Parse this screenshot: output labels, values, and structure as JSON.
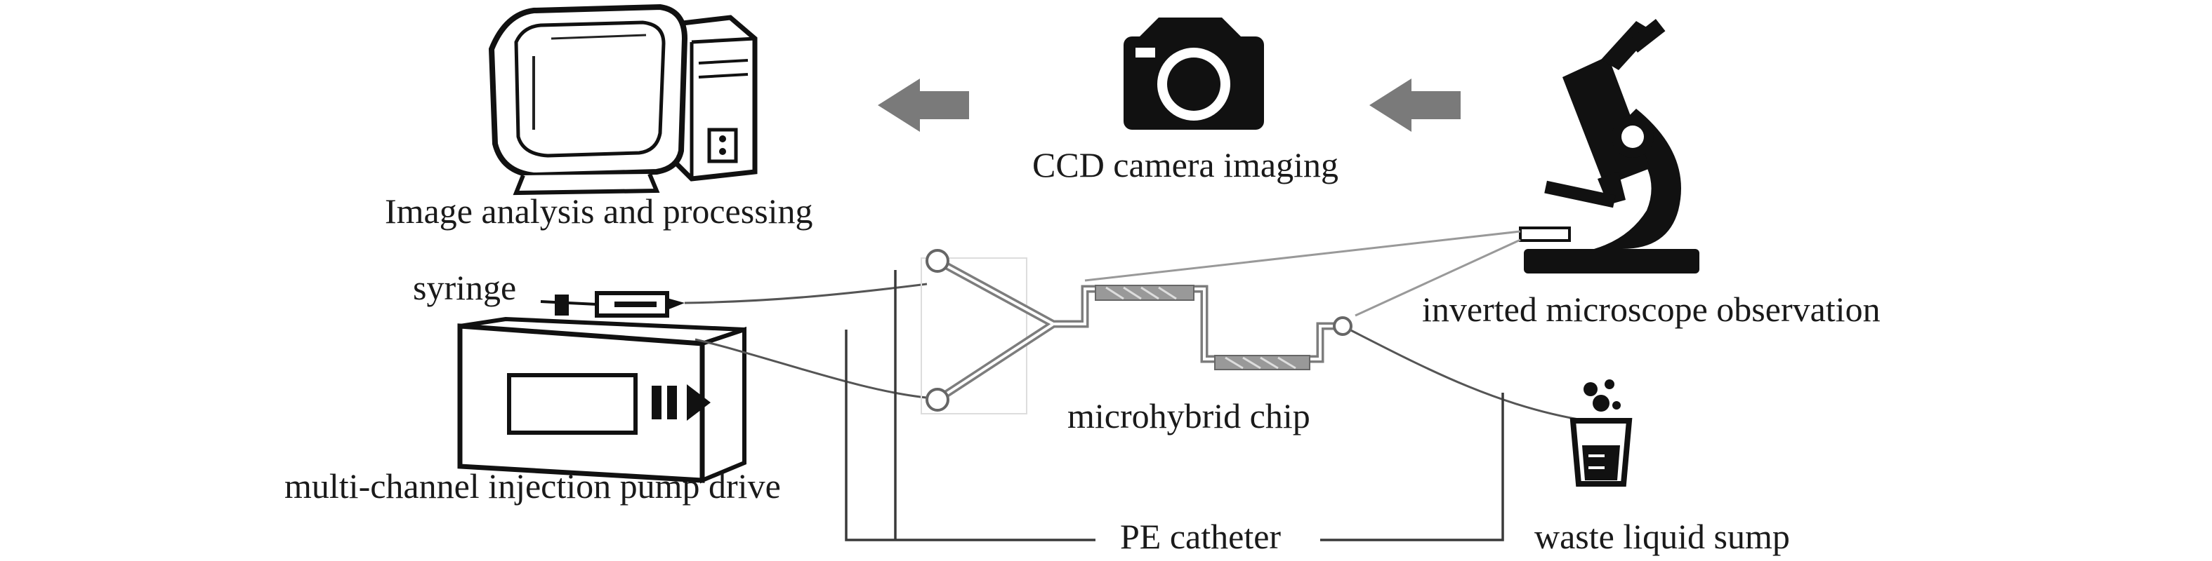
{
  "labels": {
    "image_analysis": "Image analysis and processing",
    "ccd_camera": "CCD camera imaging",
    "syringe": "syringe",
    "inverted_microscope": "inverted microscope observation",
    "microhybrid_chip": "microhybrid chip",
    "pump_drive": "multi-channel injection pump drive",
    "pe_catheter": "PE catheter",
    "waste_sump": "waste liquid sump"
  },
  "icons": {
    "computer": "computer-icon",
    "camera": "camera-icon",
    "microscope": "microscope-icon",
    "beaker": "beaker-icon",
    "pump": "pump-icon",
    "syringe": "syringe-icon",
    "arrow": "left-arrow-icon",
    "chip": "chip-icon"
  },
  "colors": {
    "ink": "#1a1a1a",
    "arrow": "#7a7a7a",
    "channel": "#8a8a8a"
  }
}
